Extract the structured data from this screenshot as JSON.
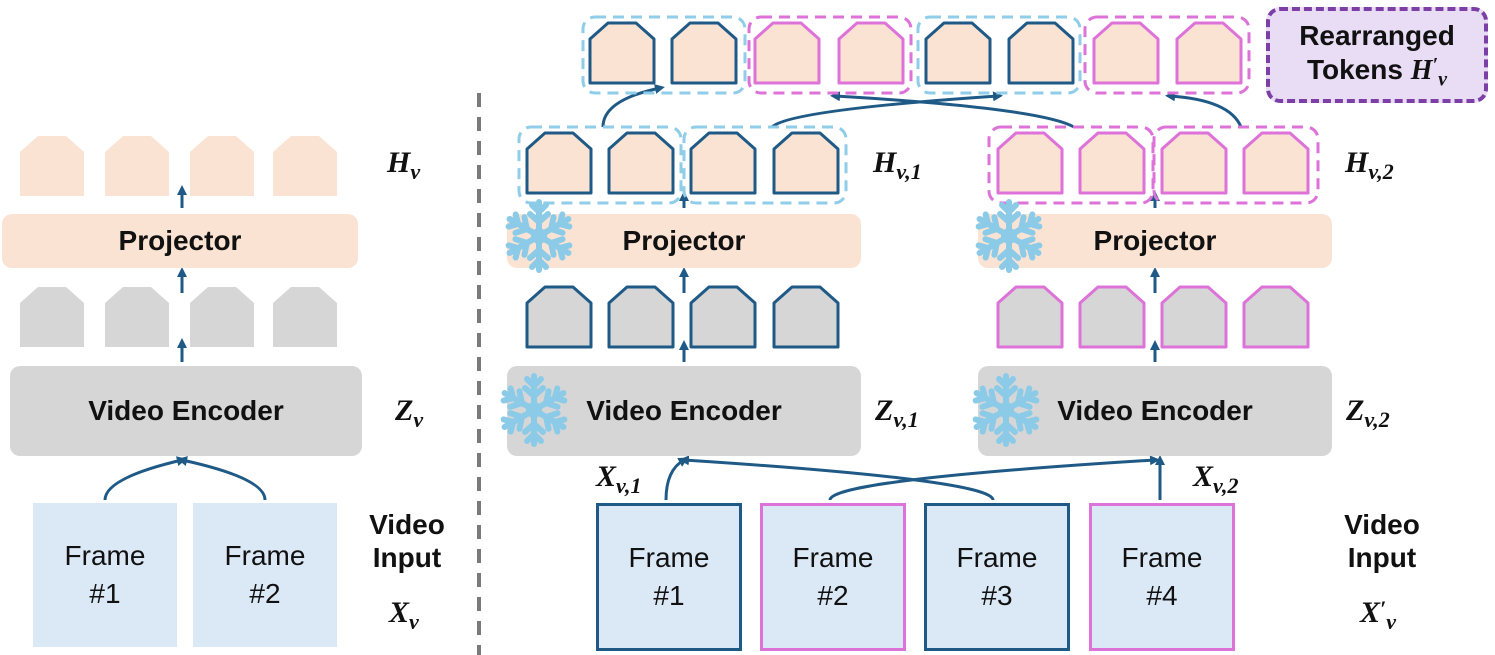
{
  "colors": {
    "navy": "#1f5a86",
    "pink": "#dd72d8",
    "peach": "#fbe3d4",
    "gray": "#d6d6d6",
    "lightblue_fill": "#dbe8f5",
    "dashed_blue": "#8fcde8",
    "purple": "#7b3fa6",
    "purple_fill": "#e9dcf5",
    "snowflake": "#8ccbe8",
    "arrow": "#1f5a86"
  },
  "left": {
    "projector_label": "Projector",
    "encoder_label": "Video Encoder",
    "frame1": {
      "line1": "Frame",
      "line2": "#1"
    },
    "frame2": {
      "line1": "Frame",
      "line2": "#2"
    },
    "h_symbol": "H",
    "h_sub": "v",
    "z_symbol": "Z",
    "z_sub": "v",
    "video_input_line1": "Video",
    "video_input_line2": "Input",
    "x_symbol": "X",
    "x_sub": "v"
  },
  "right": {
    "projector_label_1": "Projector",
    "projector_label_2": "Projector",
    "encoder_label_1": "Video Encoder",
    "encoder_label_2": "Video Encoder",
    "frames": [
      {
        "line1": "Frame",
        "line2": "#1"
      },
      {
        "line1": "Frame",
        "line2": "#2"
      },
      {
        "line1": "Frame",
        "line2": "#3"
      },
      {
        "line1": "Frame",
        "line2": "#4"
      }
    ],
    "h1_symbol": "H",
    "h1_sub": "v,1",
    "h2_symbol": "H",
    "h2_sub": "v,2",
    "z1_symbol": "Z",
    "z1_sub": "v,1",
    "z2_symbol": "Z",
    "z2_sub": "v,2",
    "x1_symbol": "X",
    "x1_sub": "v,1",
    "x2_symbol": "X",
    "x2_sub": "v,2",
    "video_input_line1": "Video",
    "video_input_line2": "Input",
    "xp_symbol": "X",
    "xp_prime": "′",
    "xp_sub": "v"
  },
  "rearranged": {
    "line1": "Rearranged",
    "line2": "Tokens",
    "symbol": "H",
    "prime": "′",
    "sub": "v"
  },
  "icons": {
    "snowflake": "snowflake-icon",
    "token": "token-icon"
  }
}
